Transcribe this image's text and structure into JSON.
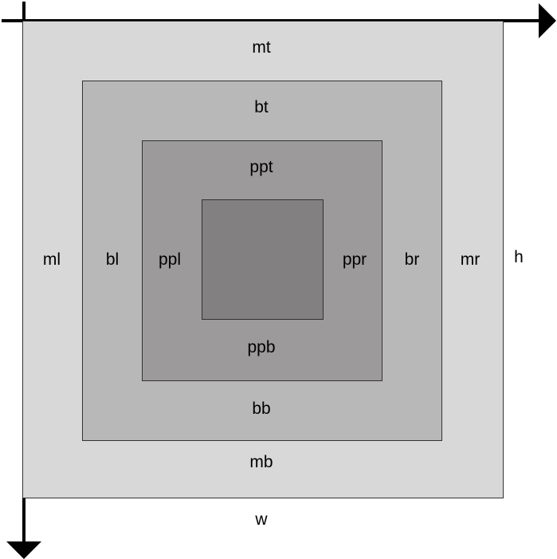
{
  "colors": {
    "margin": "#d8d8d8",
    "border": "#b8b8b8",
    "padding": "#9c9a9a",
    "content": "#828080",
    "outline": "#333333",
    "axis": "#000000"
  },
  "labels": {
    "margin_top": "mt",
    "margin_bottom": "mb",
    "margin_left": "ml",
    "margin_right": "mr",
    "border_top": "bt",
    "border_bottom": "bb",
    "border_left": "bl",
    "border_right": "br",
    "padding_top": "ppt",
    "padding_bottom": "ppb",
    "padding_left": "ppl",
    "padding_right": "ppr",
    "height": "h",
    "width": "w"
  }
}
